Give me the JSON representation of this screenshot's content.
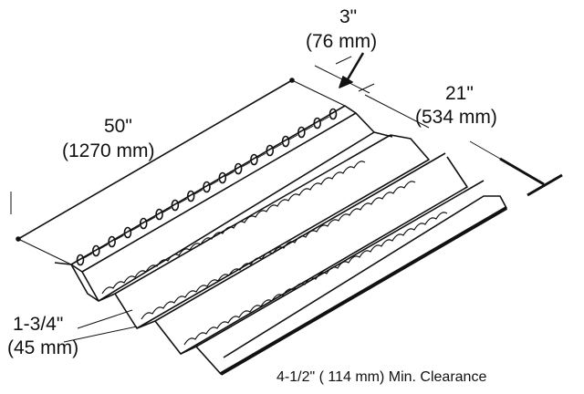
{
  "dimensions": {
    "hole_spacing_in": "3\"",
    "hole_spacing_mm": "(76 mm)",
    "length_in": "50\"",
    "length_mm": "(1270 mm)",
    "width_in": "21\"",
    "width_mm": "(534 mm)",
    "height_in": "1-3/4\"",
    "height_mm": "(45 mm)",
    "clearance": "4-1/2\" ( 114 mm) Min. Clearance"
  },
  "colors": {
    "line": "#111111",
    "background": "#ffffff"
  }
}
